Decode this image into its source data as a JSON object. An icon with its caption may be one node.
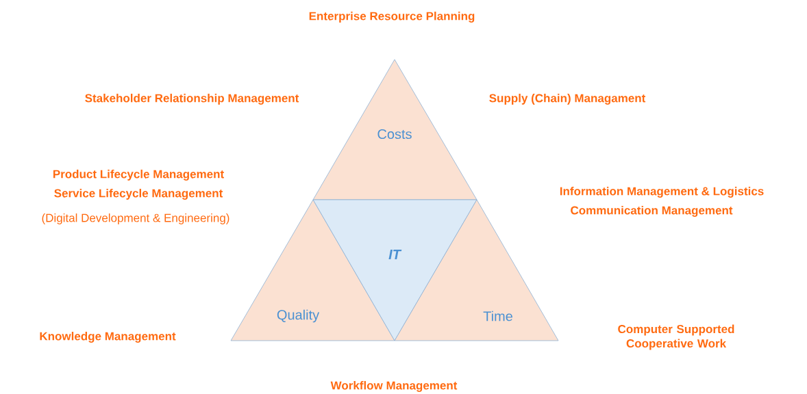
{
  "diagram": {
    "nodes": [
      {
        "text": [
          "Costs"
        ]
      },
      {
        "text": [
          "Quality"
        ]
      },
      {
        "text": [
          "IT"
        ]
      },
      {
        "text": [
          "Time"
        ]
      }
    ],
    "labels": [
      "Enterprise Resource Planning",
      "Stakeholder Relationship Management",
      "Supply (Chain) Managament",
      "Product Lifecycle Management",
      "Service Lifecycle Management",
      "Information Management & Logistics",
      "(Digital Development & Engineering)",
      "Communication Management",
      "Knowledge Management",
      "Computer Supported Cooperative Work",
      "Workflow Management"
    ]
  }
}
